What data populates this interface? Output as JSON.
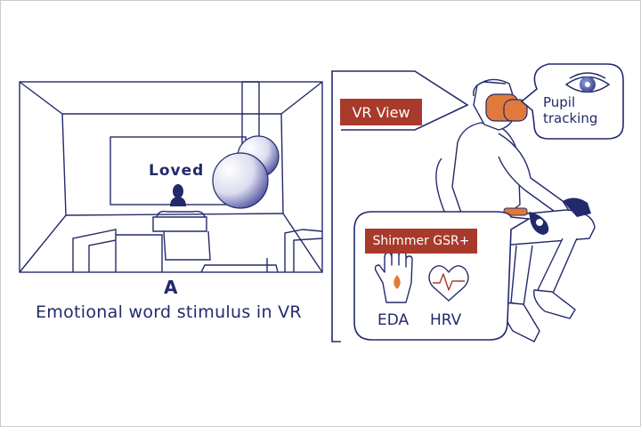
{
  "scene": {
    "panel_letter": "A",
    "stimulus_word": "Loved",
    "caption": "Emotional word stimulus in VR"
  },
  "labels": {
    "vr_view": "VR View",
    "pupil_tracking": "Pupil\ntracking",
    "shimmer": "Shimmer GSR+",
    "eda": "EDA",
    "hrv": "HRV"
  },
  "colors": {
    "ink": "#232a6b",
    "tag_red": "#a83a2c",
    "headset_orange": "#e07a3a",
    "sphere_light": "#ffffff",
    "sphere_dark": "#4a4f9a",
    "frame": "#cccccc"
  }
}
